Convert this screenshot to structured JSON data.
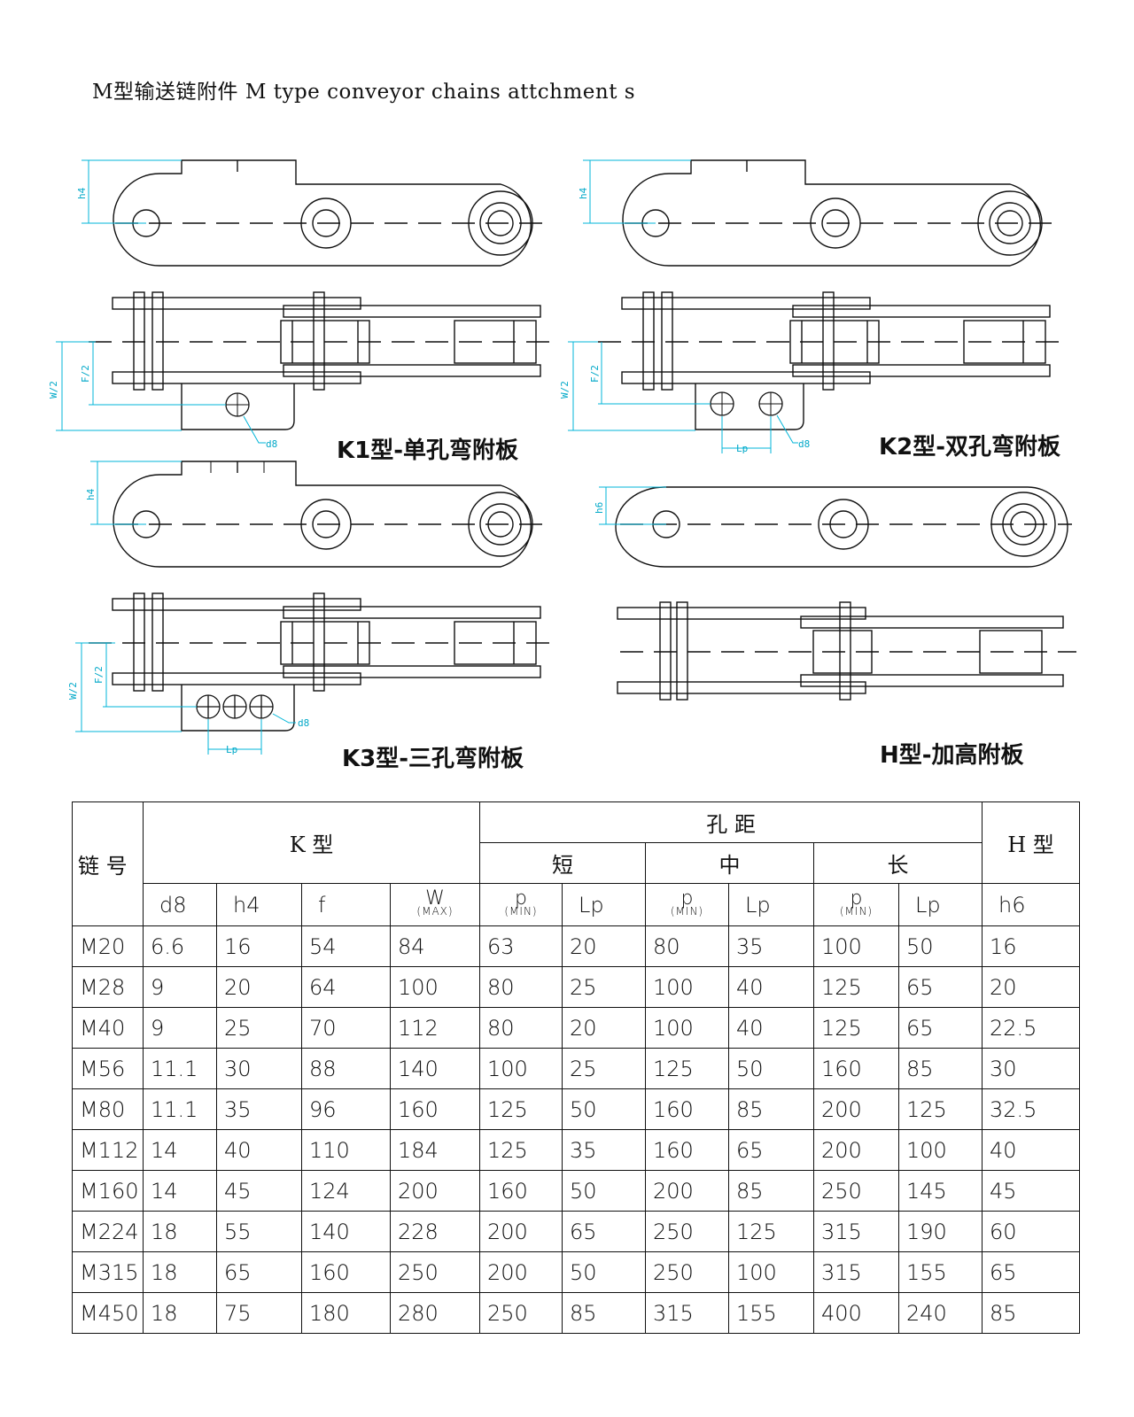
{
  "title": "M型输送链附件 M type conveyor chains attchment s",
  "diagram_labels": {
    "k1": "K1型-单孔弯附板",
    "k2": "K2型-双孔弯附板",
    "k3": "K3型-三孔弯附板",
    "h": "H型-加高附板"
  },
  "dim_labels": {
    "h4": "h4",
    "h6": "h6",
    "w2": "W/2",
    "f2": "F/2",
    "d8": "d8",
    "lp": "Lp"
  },
  "table": {
    "chain_no": "链 号",
    "k_type": "K  型",
    "hole_pitch": "孔  距",
    "h_type": "H 型",
    "short": "短",
    "middle": "中",
    "long": "长",
    "params": {
      "d8": "d8",
      "h4": "h4",
      "f": "f",
      "w": "W",
      "max": "(MAX)",
      "p": "p",
      "min": "(MIN)",
      "lp": "Lp",
      "h6": "h6"
    },
    "rows": [
      [
        "M20",
        "6.6",
        "16",
        "54",
        "84",
        "63",
        "20",
        "80",
        "35",
        "100",
        "50",
        "16"
      ],
      [
        "M28",
        "9",
        "20",
        "64",
        "100",
        "80",
        "25",
        "100",
        "40",
        "125",
        "65",
        "20"
      ],
      [
        "M40",
        "9",
        "25",
        "70",
        "112",
        "80",
        "20",
        "100",
        "40",
        "125",
        "65",
        "22.5"
      ],
      [
        "M56",
        "11.1",
        "30",
        "88",
        "140",
        "100",
        "25",
        "125",
        "50",
        "160",
        "85",
        "30"
      ],
      [
        "M80",
        "11.1",
        "35",
        "96",
        "160",
        "125",
        "50",
        "160",
        "85",
        "200",
        "125",
        "32.5"
      ],
      [
        "M112",
        "14",
        "40",
        "110",
        "184",
        "125",
        "35",
        "160",
        "65",
        "200",
        "100",
        "40"
      ],
      [
        "M160",
        "14",
        "45",
        "124",
        "200",
        "160",
        "50",
        "200",
        "85",
        "250",
        "145",
        "45"
      ],
      [
        "M224",
        "18",
        "55",
        "140",
        "228",
        "200",
        "65",
        "250",
        "125",
        "315",
        "190",
        "60"
      ],
      [
        "M315",
        "18",
        "65",
        "160",
        "250",
        "200",
        "50",
        "250",
        "100",
        "315",
        "155",
        "65"
      ],
      [
        "M450",
        "18",
        "75",
        "180",
        "280",
        "250",
        "85",
        "315",
        "155",
        "400",
        "240",
        "85"
      ]
    ]
  }
}
